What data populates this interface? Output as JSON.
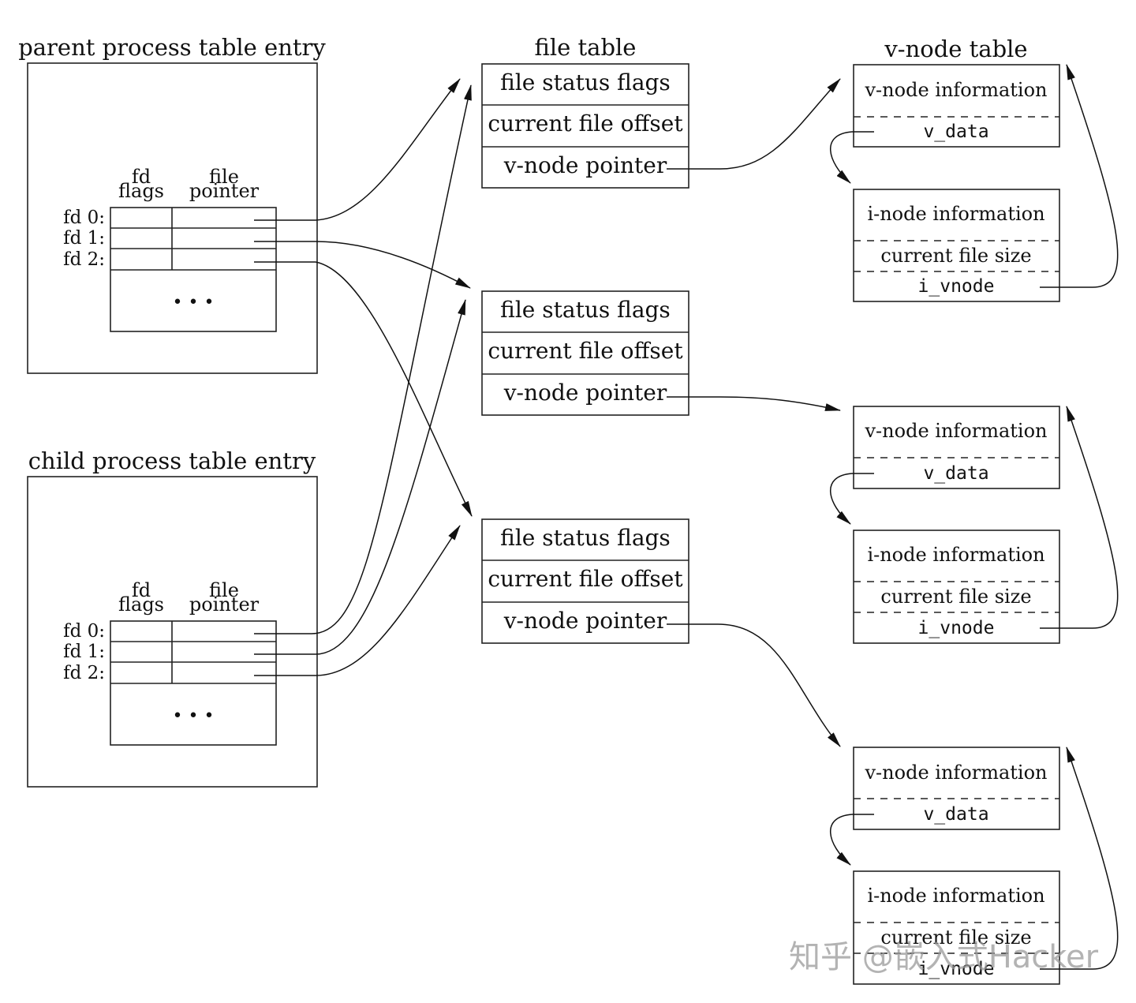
{
  "process_tables": [
    {
      "title": "parent process table entry"
    },
    {
      "title": "child process table entry"
    }
  ],
  "fd_columns": {
    "flags_line1": "fd",
    "flags_line2": "flags",
    "pointer_line1": "file",
    "pointer_line2": "pointer"
  },
  "fd_labels": [
    "fd 0:",
    "fd 1:",
    "fd 2:"
  ],
  "ellipsis": "• • •",
  "file_table": {
    "title": "file table",
    "entry_fields": [
      "file status flags",
      "current file offset",
      "v-node pointer"
    ]
  },
  "vnode_table": {
    "title": "v-node table",
    "vnode_fields": [
      "v-node information",
      "v_data"
    ],
    "inode_fields": [
      "i-node information",
      "current file size",
      "i_vnode"
    ]
  },
  "watermark": "知乎 @嵌入式Hacker"
}
